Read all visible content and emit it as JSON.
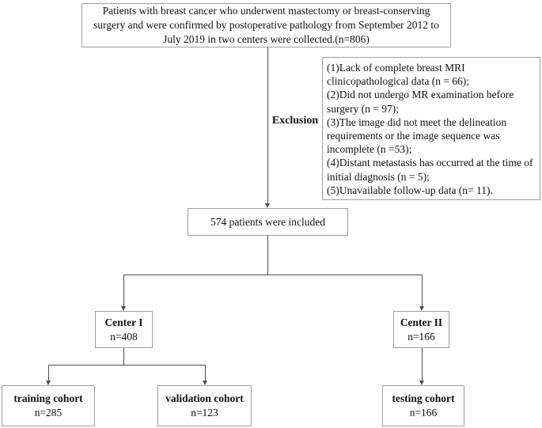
{
  "flowchart": {
    "top_box": "Patients with breast cancer who underwent mastectomy or breast-conserving surgery and were confirmed by postoperative pathology from September 2012 to July 2019 in two centers were collected.(n=806)",
    "exclusion_label": "Exclusion",
    "exclusion_items": [
      "(1)Lack of complete breast MRI clinicopathological data (n = 66);",
      "(2)Did not undergo MR examination before surgery (n = 97);",
      "(3)The image did not meet the delineation requirements or the image sequence was incomplete (n =53);",
      "(4)Distant metastasis has occurred at the time of initial diagnosis (n = 5);",
      "(5)Unavailable follow-up data (n= 11)."
    ],
    "included_box": "574 patients were included",
    "center1": {
      "title": "Center I",
      "n": "n=408"
    },
    "center2": {
      "title": "Center II",
      "n": "n=166"
    },
    "training": {
      "title": "training cohort",
      "n": "n=285"
    },
    "validation": {
      "title": "validation cohort",
      "n": "n=123"
    },
    "testing": {
      "title": "testing cohort",
      "n": "n=166"
    }
  },
  "colors": {
    "box_border": "#9e9e9e",
    "line": "#4d4d4d",
    "text": "#111111",
    "background": "#ffffff"
  }
}
